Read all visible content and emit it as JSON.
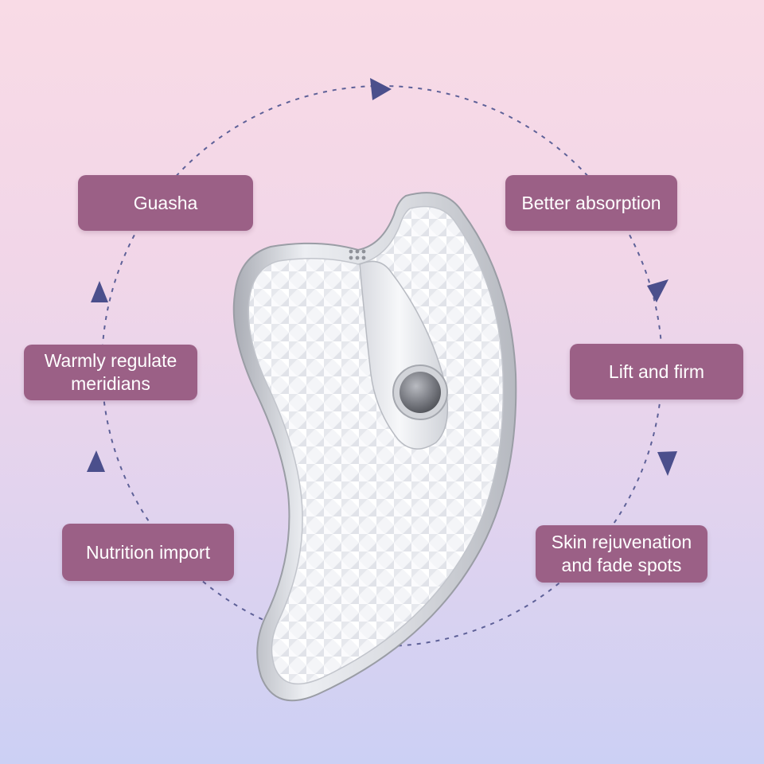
{
  "labels": {
    "guasha": "Guasha",
    "warmly_regulate": "Warmly regulate\nmeridians",
    "nutrition_import": "Nutrition import",
    "better_absorption": "Better absorption",
    "lift_and_firm": "Lift and firm",
    "skin_rejuvenation": "Skin rejuvenation\nand fade spots"
  },
  "colors": {
    "label_background": "#9b6086",
    "label_text": "#ffffff",
    "dashed_cycle": "#5e6198",
    "arrowheads": "#4b4f8c",
    "background_top": "#f9dbe6",
    "background_bottom": "#ccd0f4",
    "device_shell": "#e9eaee",
    "device_face": "#f3f4f7",
    "device_button": "#8d8f95"
  },
  "icons": {
    "cycle": "dashed-circle-with-arrows",
    "device": "heart-shaped-gua-sha-massager"
  }
}
